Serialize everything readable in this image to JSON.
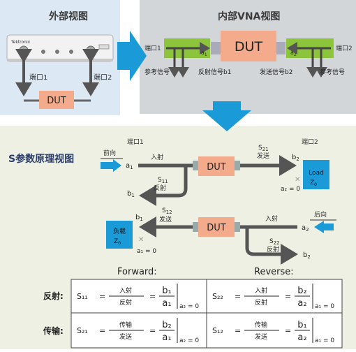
{
  "top": {
    "external_title": "外部视图",
    "internal_title": "内部VNA视图",
    "instrument_brand": "Tektronix",
    "port1": "端口1",
    "port2": "端口2",
    "dut": "DUT",
    "a1": "a",
    "a1_sub": "1",
    "a2": "a",
    "a2_sub": "2",
    "ref_signal_left": "参考信号",
    "reflect_b1": "反射信号b1",
    "send_b2": "发送信号b2",
    "ref_signal_right": "参考信号"
  },
  "principle": {
    "title": "S参数原理视图",
    "port1": "端口1",
    "port2": "端口2",
    "forward": "前向",
    "backward": "后向",
    "incident": "入射",
    "reflect": "反射",
    "send": "发送",
    "dut": "DUT",
    "load": "Load",
    "load_cn": "负载",
    "z0": "Z",
    "z0_sub": "0",
    "a2_zero": "a₂ = 0",
    "a1_zero": "a₁ = 0",
    "s11": "S",
    "s11_sub": "11",
    "s21": "S",
    "s21_sub": "21",
    "s12": "S",
    "s12_sub": "12",
    "s22": "S",
    "s22_sub": "22"
  },
  "table": {
    "forward": "Forward:",
    "reverse": "Reverse:",
    "row_reflect": "反射:",
    "row_transmit": "传输:",
    "num_reflect": "入射",
    "den_reflect": "反射",
    "num_send": "传输",
    "den_send": "发送",
    "eq": "=",
    "s11": "S₁₁",
    "s22": "S₂₂",
    "s21": "S₂₁",
    "s12": "S₁₂",
    "b1a1": [
      "b₁",
      "a₁",
      "a₂ = 0"
    ],
    "b2a2": [
      "b₂",
      "a₂",
      "a₁ = 0"
    ],
    "b2a1": [
      "b₂",
      "a₁",
      "a₂ = 0"
    ],
    "b1a2": [
      "b₁",
      "a₂",
      "a₁ = 0"
    ]
  },
  "colors": {
    "accent_blue": "#1a9ad6",
    "dut_orange": "#f4ab8b",
    "coupler_green": "#8cc43c",
    "arrow_gray": "#555555",
    "panel_light_blue": "#dce9f4",
    "panel_gray": "#d3d6d9",
    "panel_cream": "#eef0e3"
  }
}
